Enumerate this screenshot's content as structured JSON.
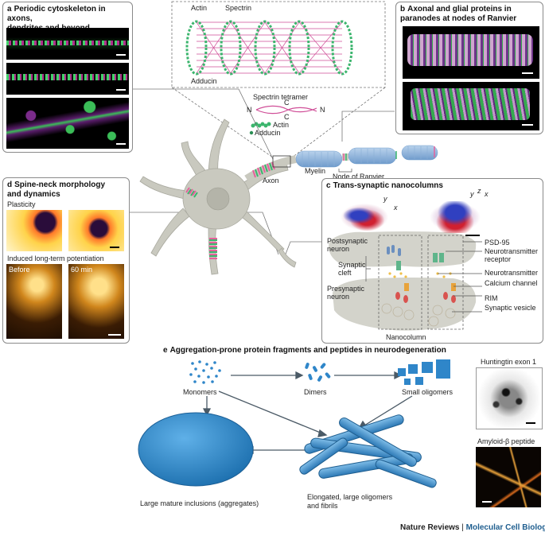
{
  "panel_a": {
    "letter": "a",
    "title_line1": "Periodic cytoskeleton in axons,",
    "title_line2": "dendrites and beyond"
  },
  "inset": {
    "actin": "Actin",
    "spectrin": "Spectrin",
    "adducin": "Adducin",
    "tetramer_title": "Spectrin tetramer",
    "n_left": "N",
    "n_right": "N",
    "c_top": "C",
    "c_bottom": "C",
    "legend_actin": "Actin",
    "legend_adducin": "Adducin"
  },
  "panel_b": {
    "letter": "b",
    "title_line1": "Axonal and glial proteins in",
    "title_line2": "paranodes at nodes of Ranvier"
  },
  "neuron": {
    "axon": "Axon",
    "myelin": "Myelin",
    "node": "Node of Ranvier"
  },
  "panel_d": {
    "letter": "d",
    "title_line1": "Spine-neck morphology",
    "title_line2": "and dynamics",
    "plasticity": "Plasticity",
    "induced": "Induced long-term potentiation",
    "before": "Before",
    "after": "60 min"
  },
  "panel_c": {
    "letter": "c",
    "title": "Trans-synaptic nanocolumns",
    "axis_y": "y",
    "axis_x": "x",
    "axis_z": "z",
    "axis_y2": "y",
    "axis_x2": "x",
    "postsynaptic": [
      "Postsynaptic",
      "neuron"
    ],
    "cleft": [
      "Synaptic",
      "cleft"
    ],
    "presynaptic": [
      "Presynaptic",
      "neuron"
    ],
    "nanocolumn": "Nanocolumn",
    "psd95": "PSD-95",
    "ntr": [
      "Neurotransmitter",
      "receptor"
    ],
    "nt": "Neurotransmitter",
    "ca": "Calcium channel",
    "rim": "RIM",
    "vesicle": "Synaptic vesicle"
  },
  "panel_e": {
    "letter": "e",
    "title": "Aggregation-prone protein fragments and peptides in neurodegeneration",
    "monomers": "Monomers",
    "dimers": "Dimers",
    "small_oligomers": "Small oligomers",
    "inclusions": "Large mature inclusions (aggregates)",
    "fibrils": [
      "Elongated, large oligomers",
      "and fibrils"
    ],
    "huntingtin": "Huntingtin exon 1",
    "amyloid": "Amyloid-β peptide"
  },
  "brand": {
    "journal": "Nature Reviews",
    "sep": " | ",
    "subject": "Molecular Cell Biology"
  },
  "colors": {
    "green": "#3cb371",
    "magenta": "#c0368f",
    "pink": "#e6619c",
    "myelin": "#8fb3d9",
    "blue_blob": "#2f86c9",
    "neuron": "#c7c7bd",
    "dark_blue": "#1f5e8f"
  }
}
